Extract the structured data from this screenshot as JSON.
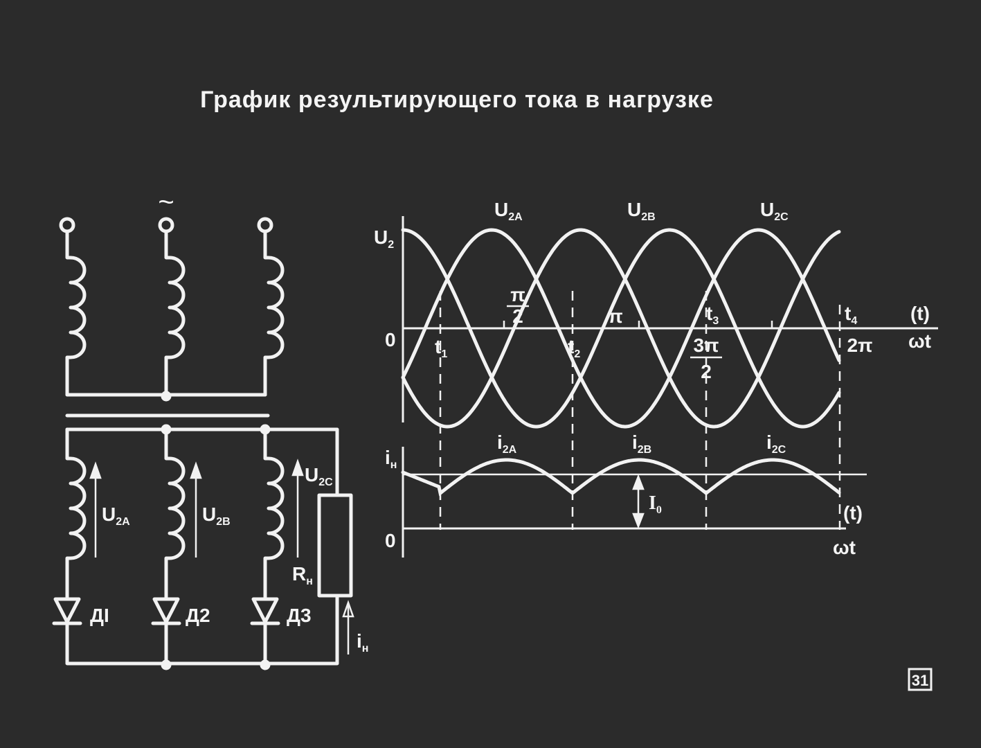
{
  "title": "График результирующего тока в нагрузке",
  "slide_number": "31",
  "circuit": {
    "ac_symbol": "~",
    "secondary": [
      {
        "voltage": "U",
        "voltage_sub": "2A",
        "diode": "ДI"
      },
      {
        "voltage": "U",
        "voltage_sub": "2B",
        "diode": "Д2"
      },
      {
        "voltage": "U",
        "voltage_sub": "2C",
        "diode": "Д3"
      }
    ],
    "load": {
      "label": "R",
      "label_sub": "н"
    },
    "current": {
      "label": "i",
      "label_sub": "н"
    }
  },
  "voltage_graph": {
    "ylabel": "U",
    "ylabel_sub": "2",
    "origin": "0",
    "xlabel_top": "(t)",
    "xlabel_bottom": "ωt",
    "curves": [
      {
        "name": "U",
        "sub": "2A"
      },
      {
        "name": "U",
        "sub": "2B"
      },
      {
        "name": "U",
        "sub": "2C"
      }
    ],
    "phase_marks": {
      "pi_half_num": "π",
      "pi_half_den": "2",
      "pi": "π",
      "three_pi_half_num": "3π",
      "three_pi_half_den": "2",
      "two_pi": "2π"
    },
    "time_marks": [
      {
        "t": "t",
        "sub": "1"
      },
      {
        "t": "t",
        "sub": "2"
      },
      {
        "t": "t",
        "sub": "3"
      },
      {
        "t": "t",
        "sub": "4"
      }
    ]
  },
  "current_graph": {
    "ylabel": "i",
    "ylabel_sub": "н",
    "origin": "0",
    "xlabel_top": "(t)",
    "xlabel_bottom": "ωt",
    "curves": [
      {
        "name": "i",
        "sub": "2A"
      },
      {
        "name": "i",
        "sub": "2B"
      },
      {
        "name": "i",
        "sub": "2C"
      }
    ],
    "average_label": "I",
    "average_sub": "0"
  }
}
